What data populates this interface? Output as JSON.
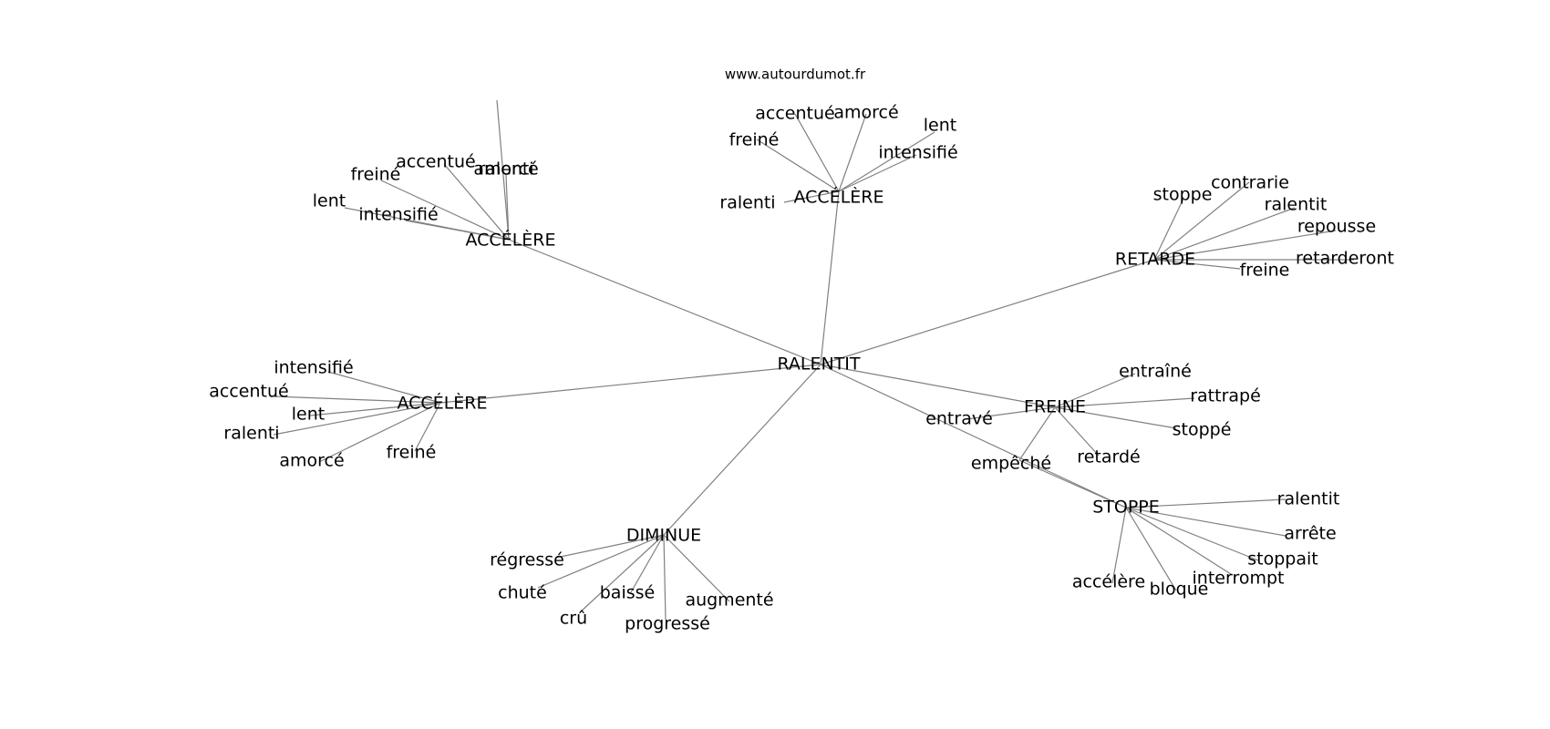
{
  "source_label": "www.autourdumot.fr",
  "root": "RALENTIT",
  "groups": [
    {
      "hub": "ACCÉLÈRE",
      "words": [
        "accentué",
        "ralenti",
        "freiné",
        "lent",
        "amorcé",
        "intensifié"
      ]
    },
    {
      "hub": "ACCÉLÈRE",
      "words": [
        "accentué",
        "amorcé",
        "freiné",
        "lent",
        "intensifié",
        "ralenti"
      ]
    },
    {
      "hub": "RETARDE",
      "words": [
        "stoppe",
        "contrarie",
        "ralentit",
        "repousse",
        "retarderont",
        "freine"
      ]
    },
    {
      "hub": "ACCÉLÈRE",
      "words": [
        "intensifié",
        "accentué",
        "lent",
        "ralenti",
        "amorcé",
        "freiné"
      ]
    },
    {
      "hub": "FREINE",
      "words": [
        "entraîné",
        "rattrapé",
        "stoppé",
        "retardé",
        "empêché",
        "entravé"
      ]
    },
    {
      "hub": "STOPPE",
      "words": [
        "ralentit",
        "arrête",
        "stoppait",
        "interrompt",
        "bloque",
        "accélère"
      ]
    },
    {
      "hub": "DIMINUE",
      "words": [
        "régressé",
        "chuté",
        "crû",
        "baissé",
        "progressé",
        "augmenté"
      ]
    }
  ],
  "extra_links": [
    {
      "from_group": 4,
      "word": "empêché",
      "to_group": 5
    }
  ]
}
